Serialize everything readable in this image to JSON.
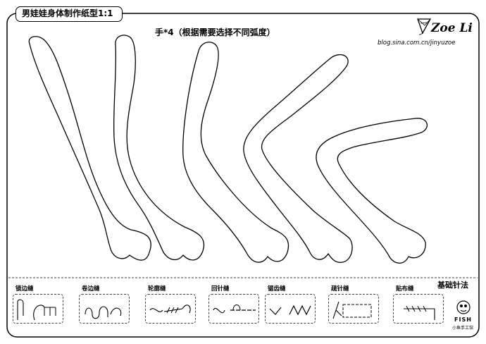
{
  "page": {
    "title": "男娃娃身体制作纸型1:1",
    "pattern_label": "手*4（根据需要选择不同弧度）"
  },
  "logo": {
    "name": "Zoe Li",
    "url": "blog.sina.com.cn/jinyuzoe"
  },
  "stitches": {
    "heading": "基础针法",
    "items": [
      {
        "label": "锁边缝"
      },
      {
        "label": "卷边缝"
      },
      {
        "label": "轮廓缝"
      },
      {
        "label": "回针缝"
      },
      {
        "label": "锯齿缝"
      },
      {
        "label": "疏针缝"
      },
      {
        "label": "贴布缝"
      }
    ]
  },
  "brand": {
    "name": "FISH",
    "subtitle": "小鱼手工馆"
  }
}
